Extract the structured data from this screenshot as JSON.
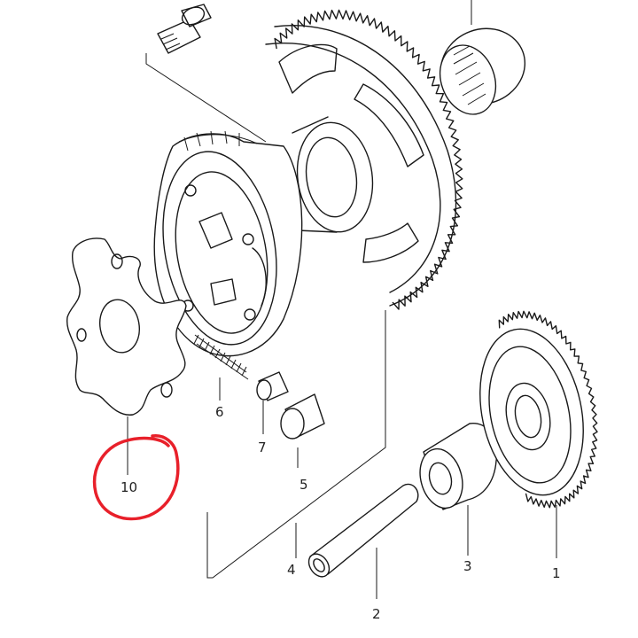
{
  "labels": {
    "p1": "1",
    "p2": "2",
    "p3": "3",
    "p4": "4",
    "p5": "5",
    "p6": "6",
    "p7": "7",
    "p10": "10"
  },
  "colors": {
    "line": "#1a1a1a",
    "highlight_circle": "#e8202a",
    "background": "#ffffff"
  },
  "annotation": {
    "highlighted_part": "10",
    "style": "hand-drawn red circle"
  }
}
